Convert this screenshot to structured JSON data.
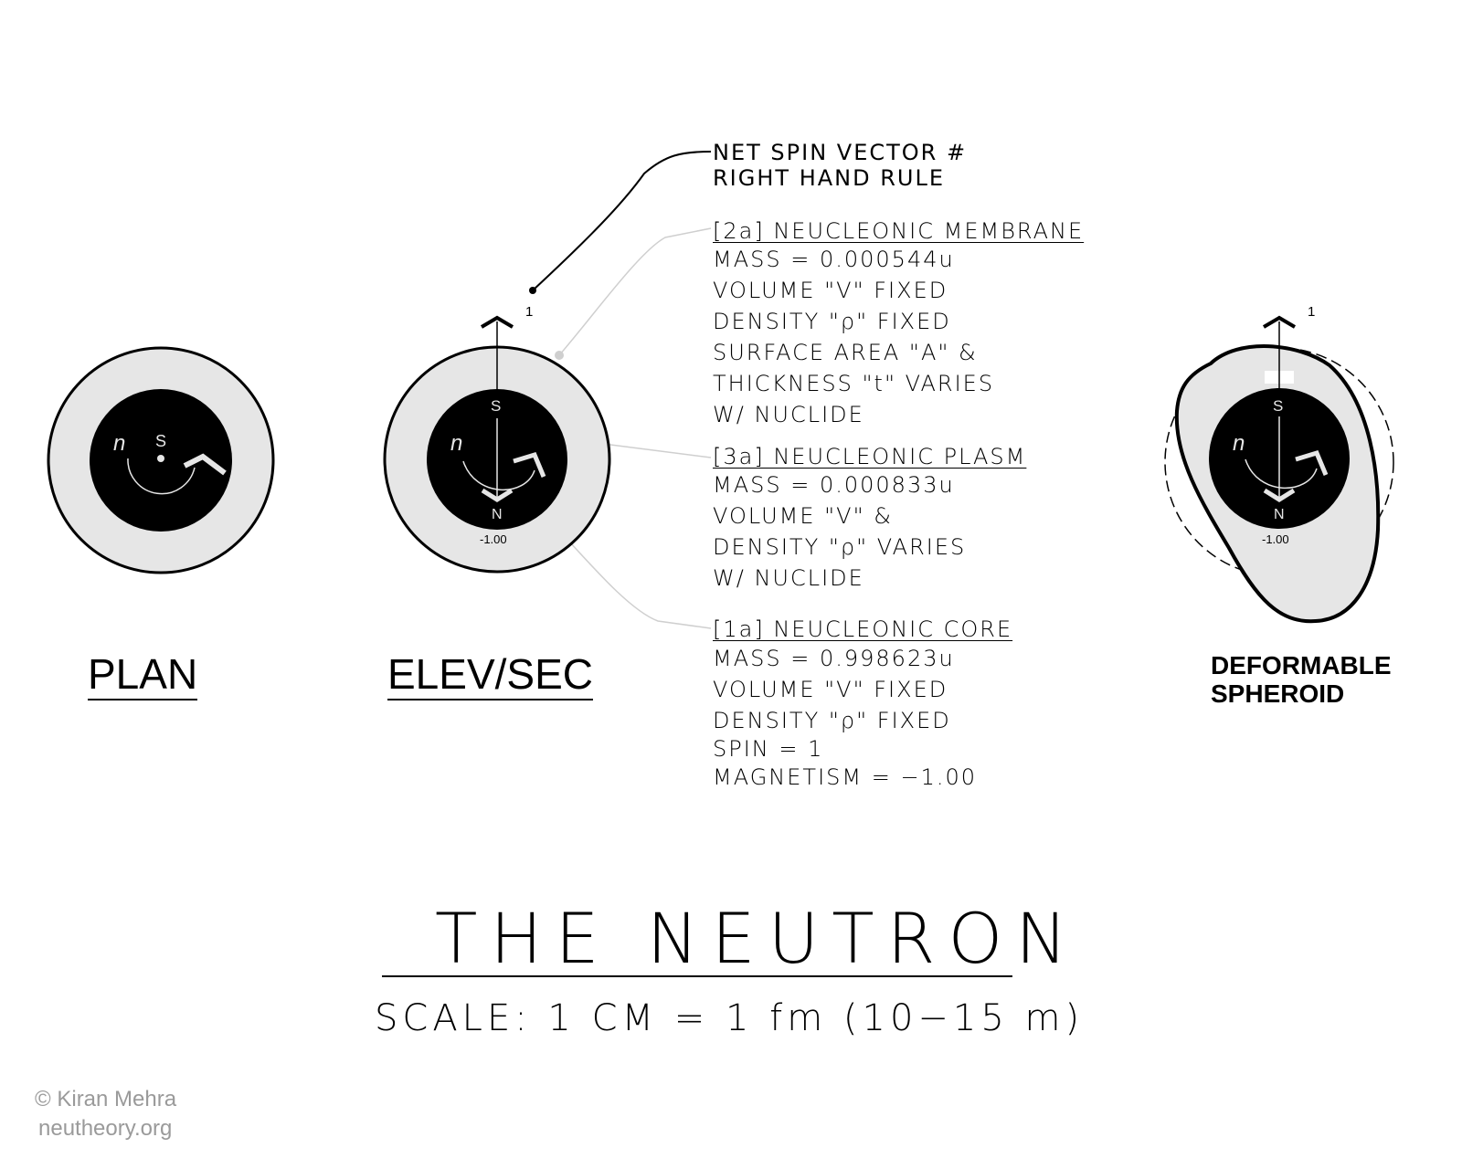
{
  "notes": {
    "spin_vector": {
      "line1": "NET SPIN VECTOR #",
      "line2": "RIGHT HAND RULE"
    },
    "membrane": {
      "heading": "[2a] NEUCLEONIC MEMBRANE",
      "lines": [
        "MASS = 0.000544u",
        "VOLUME \"V\" FIXED",
        "DENSITY \"ρ\" FIXED",
        "SURFACE AREA \"A\" &",
        "THICKNESS \"t\" VARIES",
        "W/ NUCLIDE"
      ]
    },
    "plasm": {
      "heading": "[3a] NEUCLEONIC PLASM",
      "lines": [
        "MASS = 0.000833u",
        "VOLUME \"V\" &",
        "DENSITY \"ρ\" VARIES",
        "W/ NUCLIDE"
      ]
    },
    "core": {
      "heading": "[1a] NEUCLEONIC CORE",
      "lines": [
        "MASS = 0.998623u",
        "VOLUME \"V\" FIXED",
        "DENSITY \"ρ\" FIXED",
        "SPIN = 1",
        "MAGNETISM = −1.00"
      ]
    }
  },
  "views": {
    "plan": {
      "label": "PLAN",
      "core_letter": "n",
      "pole": "S"
    },
    "elev": {
      "label": "ELEV/SEC",
      "core_letter": "n",
      "pole_top": "S",
      "pole_bottom": "N",
      "magnetism": "-1.00",
      "spin": "1"
    },
    "deformable": {
      "label_line1": "DEFORMABLE",
      "label_line2": "SPHEROID",
      "core_letter": "n",
      "pole_top": "S",
      "pole_bottom": "N",
      "magnetism": "-1.00",
      "spin": "1"
    }
  },
  "title": "THE NEUTRON",
  "scale": "SCALE: 1 CM = 1 fm (10−15 m)",
  "copyright": {
    "line1": "© Kiran Mehra",
    "line2": "neutheory.org"
  },
  "colors": {
    "membrane_fill": "#e6e6e6",
    "core_fill": "#000000",
    "leader_gray": "#c8c8c8"
  }
}
